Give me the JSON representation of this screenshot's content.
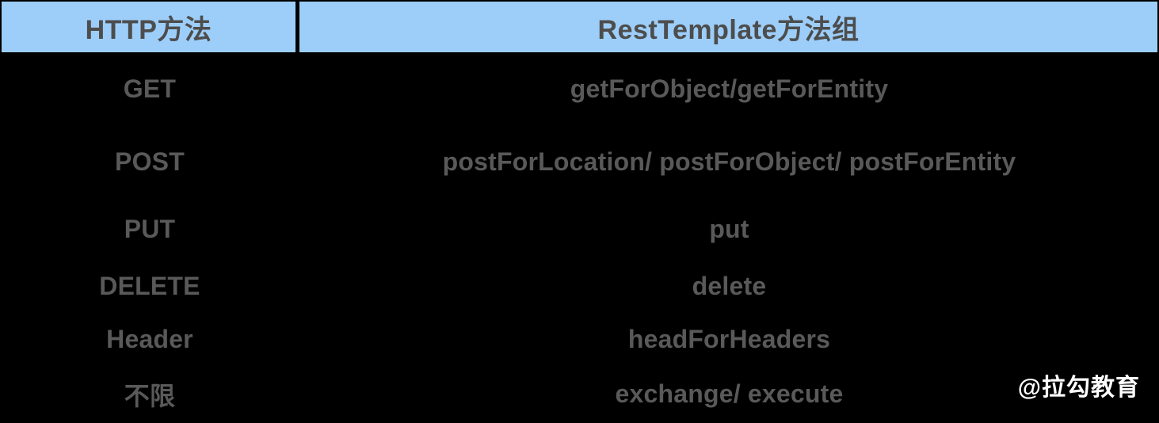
{
  "colors": {
    "canvas-bg": "#000000",
    "header-bg": "#9DCEFA",
    "header-text": "#4D4D4D",
    "body-text": "#595959",
    "watermark-text": "#FFFFFF"
  },
  "table": {
    "columns": [
      {
        "label": "HTTP方法"
      },
      {
        "label": "RestTemplate方法组"
      }
    ],
    "rows": [
      {
        "http_method": "GET",
        "resttemplate_methods": "getForObject/getForEntity"
      },
      {
        "http_method": "POST",
        "resttemplate_methods": "postForLocation/ postForObject/ postForEntity"
      },
      {
        "http_method": "PUT",
        "resttemplate_methods": "put"
      },
      {
        "http_method": "DELETE",
        "resttemplate_methods": "delete"
      },
      {
        "http_method": "Header",
        "resttemplate_methods": "headForHeaders"
      },
      {
        "http_method": "不限",
        "resttemplate_methods": "exchange/ execute"
      }
    ]
  },
  "watermark": {
    "label": "@拉勾教育"
  }
}
